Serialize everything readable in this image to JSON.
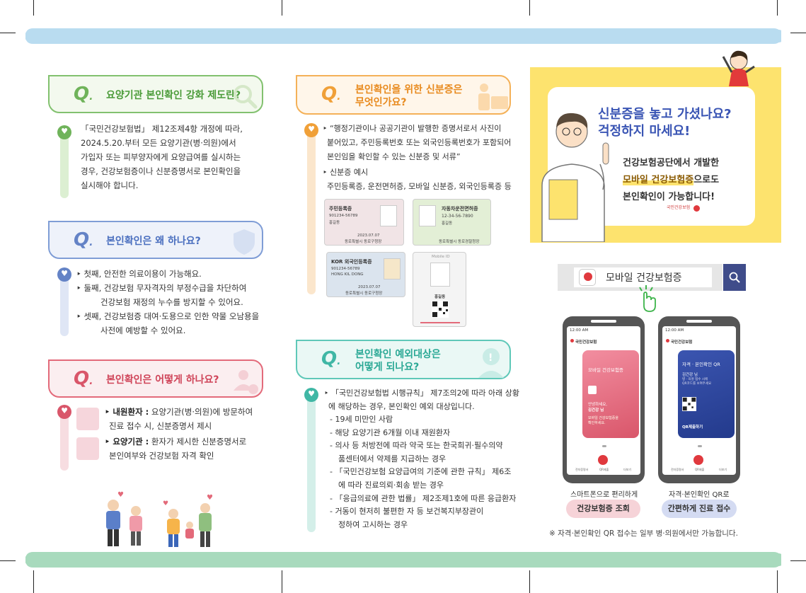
{
  "qa_left": [
    {
      "title": "요양기관 본인확인 강화 제도란?",
      "lines": [
        "「국민건강보험법」 제12조제4항 개정에 따라,",
        "2024.5.20.부터 모든 요양기관(병·의원)에서",
        "가입자 또는 피부양자에게 요양급여를 실시하는",
        "경우, 건강보험증이나 신분증명서로 본인확인을",
        "실시해야 합니다."
      ]
    },
    {
      "title": "본인확인은 왜 하나요?",
      "lines": [
        "‣ 첫째, 안전한 의료이용이 가능해요.",
        "‣ 둘째, 건강보험 무자격자의 부정수급을 차단하여",
        "건강보험 재정의 누수를 방지할 수 있어요.",
        "‣ 셋째, 건강보험증 대여·도용으로 인한 약물 오남용을",
        "사전에 예방할 수 있어요."
      ]
    },
    {
      "title": "본인확인은 어떻게 하나요?",
      "items": [
        {
          "head": "‣ 내원환자 :",
          "lines": [
            " 요양기관(병·의원)에 방문하여",
            "진료 접수 시, 신분증명서 제시"
          ]
        },
        {
          "head": "‣ 요양기관 :",
          "lines": [
            " 환자가 제시한 신분증명서로",
            "본인여부와 건강보험 자격 확인"
          ]
        }
      ]
    }
  ],
  "qa_mid": [
    {
      "title_lines": [
        "본인확인을 위한 신분증은",
        "무엇인가요?"
      ],
      "lines": [
        "‣ “행정기관이나 공공기관이 발행한 증명서로서 사진이",
        "붙어있고, 주민등록번호 또는 외국인등록번호가 포함되어",
        "본인임을 확인할 수 있는 신분증 및 서류”"
      ],
      "example_head": "‣ 신분증 예시",
      "example_line": "주민등록증, 운전면허증, 모바일 신분증, 외국인등록증 등",
      "cards": {
        "resident": {
          "title": "주민등록증",
          "num": "901234-56789",
          "name": "홍길동",
          "date": "2023.07.07",
          "issuer": "동로특별시 동로구청장"
        },
        "driver": {
          "title": "자동차운전면허증",
          "num": "12-34-56-7890",
          "name": "홍길동",
          "issuer": "동로특별시 동로경찰청장"
        },
        "foreign": {
          "title": "KOR 외국인등록증",
          "num": "901234-56789",
          "name": "HONG KIL DONG",
          "date": "2023.07.07",
          "issuer": "동로특별시 동로구청장"
        },
        "mobile": {
          "title": "Mobile ID",
          "name": "홍길동"
        }
      }
    },
    {
      "title_lines": [
        "본인확인 예외대상은",
        "어떻게 되나요?"
      ],
      "intro": [
        "‣ 「국민건강보험법 시행규칙」 제7조의2에 따라 아래 상황",
        "에 해당하는 경우, 본인확인 예외 대상입니다."
      ],
      "list": [
        "- 19세 미만인 사람",
        "- 해당 요양기관 6개월 이내 재원환자",
        "- 의사 등 처방전에 따라 약국 또는 한국희귀·필수의약",
        "품센터에서 약제를 지급하는 경우",
        "- 「국민건강보험 요양급여의 기준에 관한 규칙」 제6조",
        "에 따라 진료의뢰·회송 받는 경우",
        "- 「응급의료에 관한 법률」 제2조제1호에 따른 응급환자",
        "- 거동이 현저히 불편한 자 등 보건복지부장관이",
        "정하여 고시하는 경우"
      ]
    }
  ],
  "promo": {
    "headline": [
      "신분증을 놓고 가셨나요?",
      "걱정하지 마세요!"
    ],
    "sub": [
      "건강보험공단에서 개발한",
      "모바일 건강보험증",
      "으로도",
      "본인확인이 가능합니다!"
    ],
    "logo_text": "국민건강보험"
  },
  "search": {
    "query": "모바일 건강보험증",
    "app_label": "모바일 건강보험증"
  },
  "phones": [
    {
      "status_time": "12:00 AM",
      "brand": "국민건강보험",
      "card_title": "모바일 건강보험증",
      "greeting": "안녕하세요,",
      "user": "김건강 님",
      "card_note": [
        "모바일 건강보험증을",
        "확인하세요."
      ],
      "caption": "스마트폰으로 편리하게",
      "chip": "건강보험증 조회"
    },
    {
      "status_time": "12:00 AM",
      "brand": "국민건강보험",
      "card_title": "자격 · 본인확인 QR",
      "user": "김건강 님",
      "card_note": [
        "병 · 의원 접수 시에",
        "QR코드를 보여주세요"
      ],
      "qr_button": "QR제출하기",
      "caption": "자격·본인확인 QR로",
      "chip": "간편하게 진료 접수"
    }
  ],
  "phone_nav": [
    "전자증명서",
    "QR제출",
    "더보기"
  ],
  "footnote": "※ 자격·본인확인 QR 접수는 일부 병·의원에서만 가능합니다.",
  "colors": {
    "green": "#82c16f",
    "blue": "#7f9dd6",
    "red": "#e36a7a",
    "orange": "#f4b158",
    "teal": "#5fc8b8",
    "band": "#b9dcf0",
    "band_bottom": "#a8dabd",
    "yellow": "#fde36e",
    "navy": "#3f4c8a"
  }
}
